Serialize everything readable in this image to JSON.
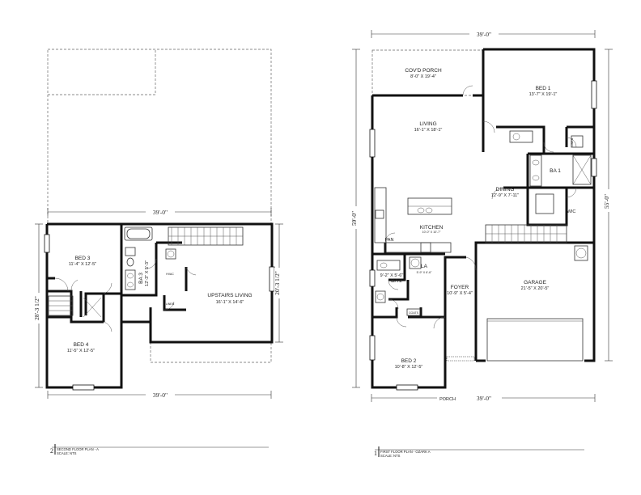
{
  "second_floor": {
    "rooms": {
      "bed3": {
        "name": "BED 3",
        "size": "11'-4\" X 12'-5\""
      },
      "bed4": {
        "name": "BED 4",
        "size": "11'-5\" X 12'-5\""
      },
      "ba3": {
        "name": "BA 3",
        "size": "12'-3\" X 5'-3\""
      },
      "hvac": "HVAC",
      "linen": "LINEN",
      "upstairs_living": {
        "name": "UPSTAIRS LIVING",
        "size": "16'-1\" X 14'-6\""
      }
    },
    "dims": {
      "top": "39'-0\"",
      "bottom": "39'-0\"",
      "left": "28'-3 1/2\"",
      "right": "20'-3 1/2\""
    },
    "caption": {
      "number": "2",
      "title": "SECOND FLOOR PLAN - A",
      "scale": "SCALE: NTS"
    }
  },
  "first_floor": {
    "rooms": {
      "porch_cov": {
        "name": "COV'D PORCH",
        "size": "8'-0\" X 19'-4\""
      },
      "bed1": {
        "name": "BED 1",
        "size": "13'-7\" X 19'-1\""
      },
      "living": {
        "name": "LIVING",
        "size": "16'-1\" X 18'-1\""
      },
      "linen": "LINEN",
      "ba1": "BA 1",
      "dining": {
        "name": "DINING",
        "size": "12'-9\" X 7'-11\""
      },
      "wic": "WIC",
      "kitchen": {
        "name": "KITCHEN",
        "note": "10'-0\" X 10'-7\""
      },
      "pan": "PAN",
      "la": {
        "name": "LA",
        "size": "5'-9\" X 6'-6\""
      },
      "ba2": {
        "name": "BA 2",
        "size": "9'-2\" X 5'-6\""
      },
      "foyer": {
        "name": "FOYER",
        "size": "10'-9\" X 5'-4\""
      },
      "coats": "COATS",
      "garage": {
        "name": "GARAGE",
        "size": "21'-5\" X 20'-5\""
      },
      "bed2": {
        "name": "BED 2",
        "size": "10'-8\" X 12'-5\""
      },
      "porch": "PORCH"
    },
    "dims": {
      "top": "39'-0\"",
      "bottom": "39'-0\"",
      "left": "59'-0\"",
      "right": "55'-0\""
    },
    "caption": {
      "number": "1",
      "title": "FIRST FLOOR PLAN - OZARK A",
      "scale": "SCALE: NTS"
    }
  }
}
